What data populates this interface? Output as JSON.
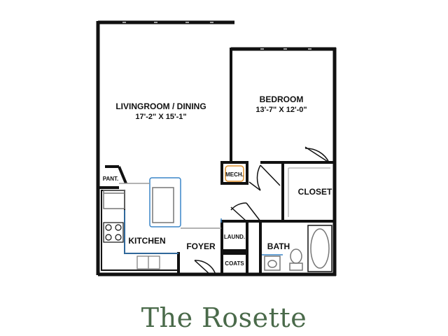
{
  "title": "The Rosette",
  "rooms": {
    "living": {
      "name": "LIVINGROOM / DINING",
      "dims": "17'-2\" X 15'-1\""
    },
    "bedroom": {
      "name": "BEDROOM",
      "dims": "13'-7\" X 12'-0\""
    },
    "closet": "CLOSET",
    "kitchen": "KITCHEN",
    "foyer": "FOYER",
    "bath": "BATH",
    "pantry": "PANT.",
    "mech": "MECH.",
    "laundry": "LAUND.",
    "coats": "COATS"
  },
  "colors": {
    "wall": "#111111",
    "fixture_blue": "#3a86c8",
    "fixture_gray": "#9a9a9a",
    "mech_orange": "#e0922e",
    "title_green": "#4a6a4a"
  }
}
